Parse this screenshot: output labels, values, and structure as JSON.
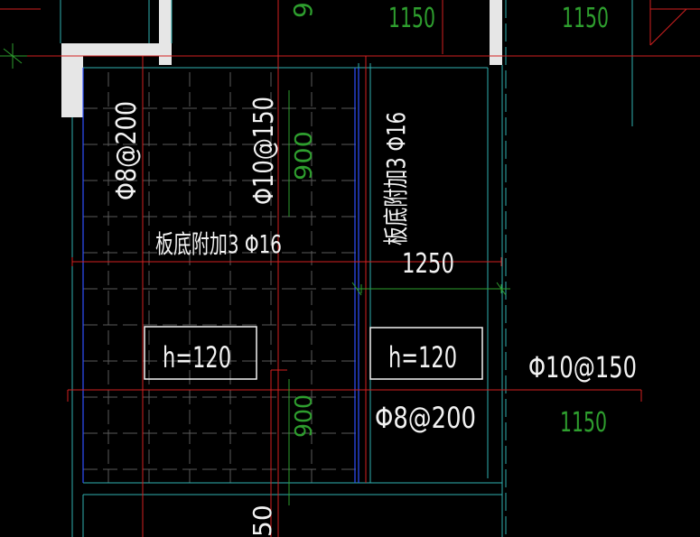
{
  "colors": {
    "background": "#000000",
    "wall": "#e6e6e6",
    "grid": "#5a5a5a",
    "red": "#d22020",
    "cyan": "#30b0b0",
    "blue": "#3050ff",
    "green": "#2e9e2e",
    "white": "#f2f2f2"
  },
  "labels": {
    "top_dim_1": "1150",
    "top_dim_2": "1150",
    "top_rotated_9": "9",
    "rebar_left_vertical": "Φ8@200",
    "rebar_center_vertical": "Φ10@150",
    "dim_900_upper": "900",
    "additional_bottom_horizontal": "板底附加3 Φ16",
    "additional_bottom_vertical": "板底附加3 Φ16",
    "dim_1250": "1250",
    "slab_thickness_left": "h=120",
    "slab_thickness_right": "h=120",
    "rebar_right_horizontal": "Φ10@150",
    "dim_900_lower": "900",
    "rebar_bottom_horizontal": "Φ8@200",
    "dim_1150_right": "1150",
    "bottom_partial": "50"
  }
}
